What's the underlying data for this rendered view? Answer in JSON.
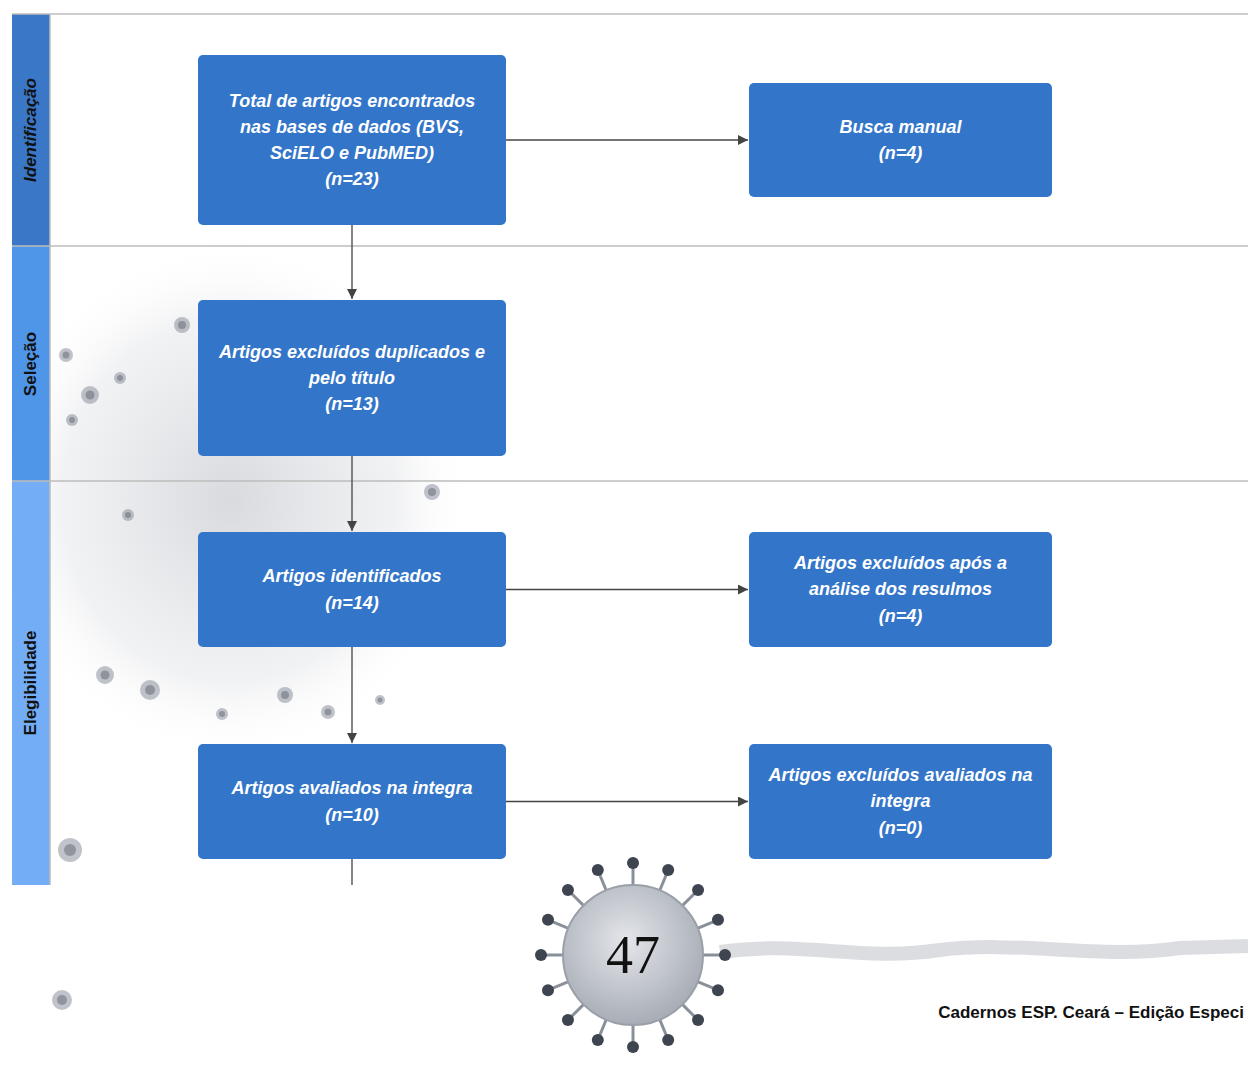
{
  "diagram": {
    "nodes": [
      {
        "text": [
          "Identificação"
        ]
      },
      {
        "text": [
          "Total de artigos encontrados nas bases de dados (BVS, SciELO e PubMED)",
          "(n=23)"
        ]
      },
      {
        "text": [
          "Busca manual",
          "(n=4)"
        ]
      },
      {
        "text": [
          "Seleção"
        ]
      },
      {
        "text": [
          "Artigos excluídos duplicados e pelo título",
          "(n=13)"
        ]
      },
      {
        "text": [
          "Elegibilidade"
        ]
      },
      {
        "text": [
          "Artigos identificados",
          "(n=14)"
        ]
      },
      {
        "text": [
          "Artigos excluídos após a análise dos resulmos",
          "(n=4)"
        ]
      },
      {
        "text": [
          "Artigos avaliados na integra",
          "(n=10)"
        ]
      },
      {
        "text": [
          "Artigos excluídos avaliados na integra",
          "(n=0)"
        ]
      }
    ],
    "edges": [
      {
        "from": 1,
        "to": 2,
        "arrow": "to"
      },
      {
        "from": 1,
        "to": 4,
        "arrow": "to"
      },
      {
        "from": 4,
        "to": 6,
        "arrow": "to"
      },
      {
        "from": 6,
        "to": 7,
        "arrow": "to"
      },
      {
        "from": 6,
        "to": 8,
        "arrow": "to"
      },
      {
        "from": 8,
        "to": 9,
        "arrow": "to"
      }
    ],
    "labels": [
      "47",
      "Cadernos ESP. Ceará – Edição Especi"
    ]
  }
}
